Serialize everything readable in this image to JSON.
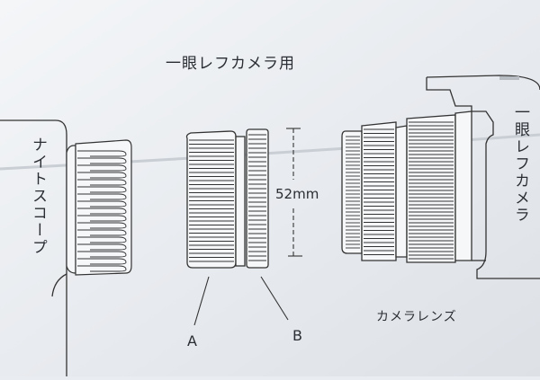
{
  "title": "一眼レフカメラ用",
  "left_device_label": "ナイトスコープ",
  "right_device_label": "一眼レフカメラ",
  "dimension_label": "52mm",
  "part_a_label": "A",
  "part_b_label": "B",
  "lens_label": "カメラレンズ"
}
